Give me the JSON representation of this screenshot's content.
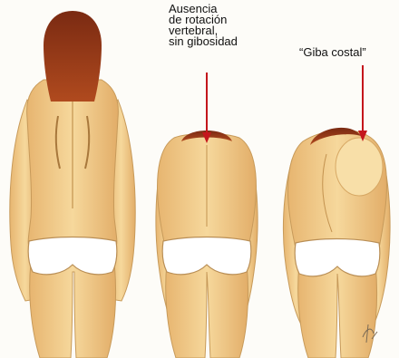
{
  "annotations": {
    "no_rotation": {
      "lines": [
        "Ausencia",
        "de rotación",
        "vertebral,",
        "sin gibosidad"
      ]
    },
    "rib_hump": {
      "text": "“Giba costal”"
    }
  },
  "colors": {
    "arrow": "#c4161c",
    "skin": "#f3d08e",
    "skin_shadow": "#d8a868",
    "hair": "#8e3416",
    "underwear": "#ffffff"
  }
}
